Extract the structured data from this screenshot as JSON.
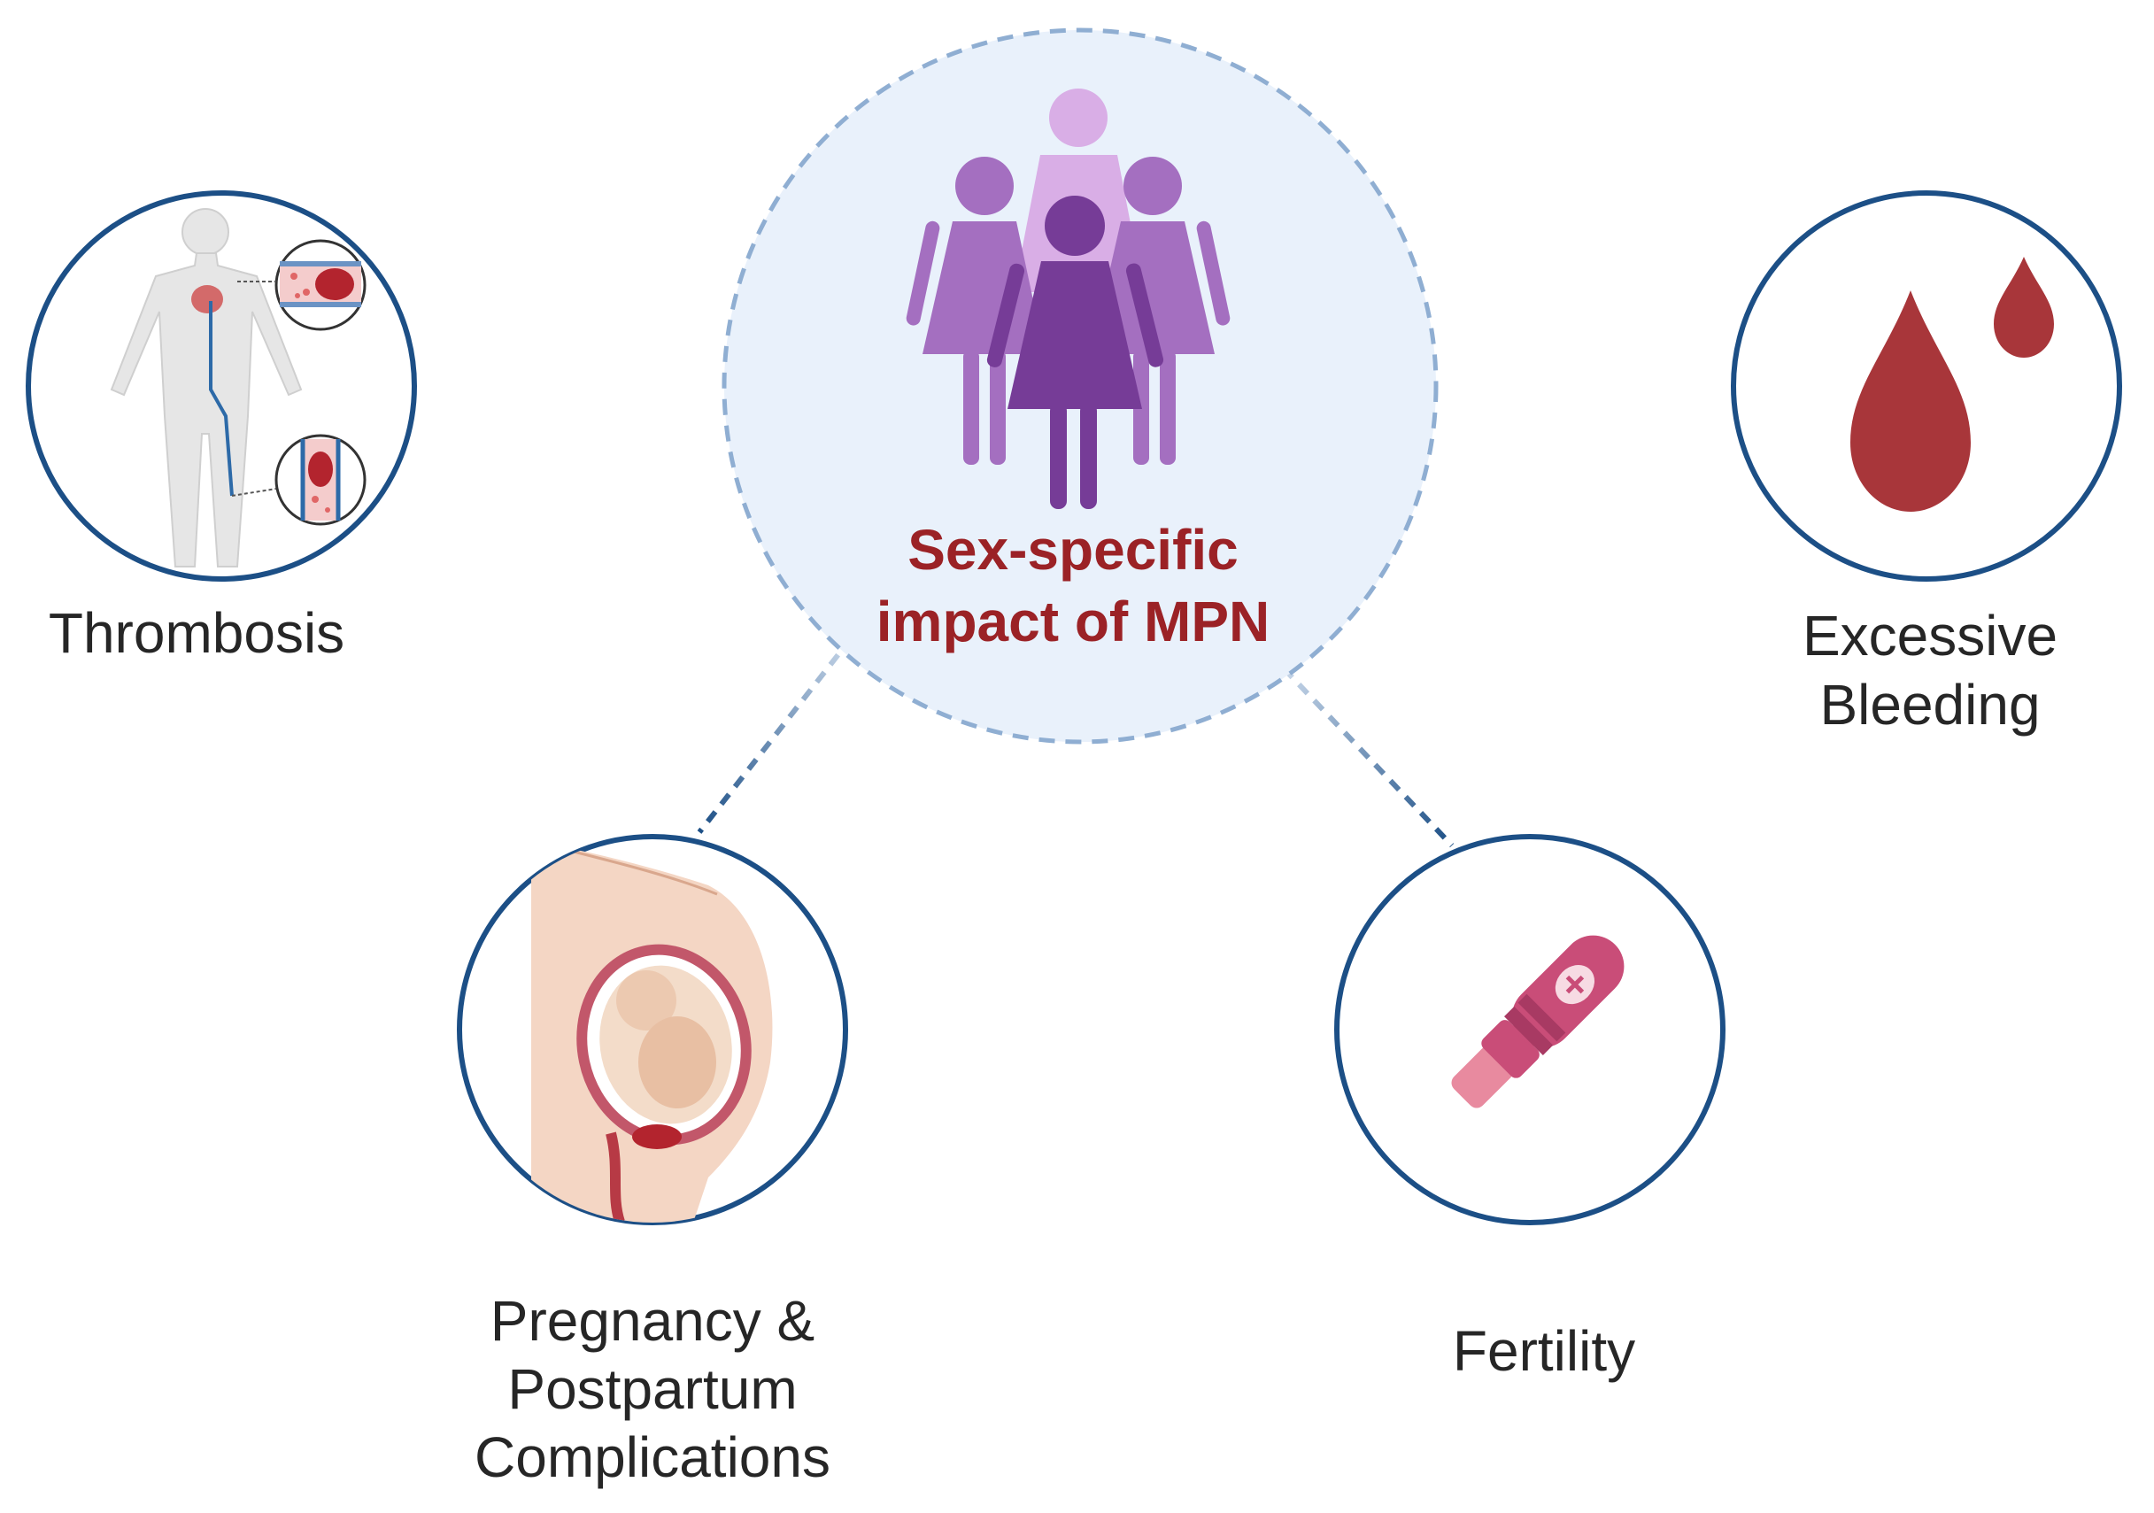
{
  "center": {
    "title_line1": "Sex-specific",
    "title_line2": "impact of MPN",
    "icon": "women-group-icon",
    "title_color": "#9b2226"
  },
  "nodes": {
    "thrombosis": {
      "label": "Thrombosis",
      "icon": "thrombosis-body-icon"
    },
    "bleeding": {
      "label_line1": "Excessive",
      "label_line2": "Bleeding",
      "icon": "blood-drop-icon"
    },
    "pregnancy": {
      "label_line1": "Pregnancy &",
      "label_line2": "Postpartum",
      "label_line3": "Complications",
      "icon": "pregnancy-uterus-icon"
    },
    "fertility": {
      "label": "Fertility",
      "icon": "pregnancy-test-icon"
    }
  },
  "colors": {
    "ring": "#1c4f86",
    "center_fill": "#e9f1fb",
    "center_dash": "#8faed2",
    "blood": "#a8363a",
    "figure_light": "#d9aee6",
    "figure_mid": "#a46fc0",
    "figure_dark": "#763c97",
    "test_pink": "#c94d78"
  }
}
